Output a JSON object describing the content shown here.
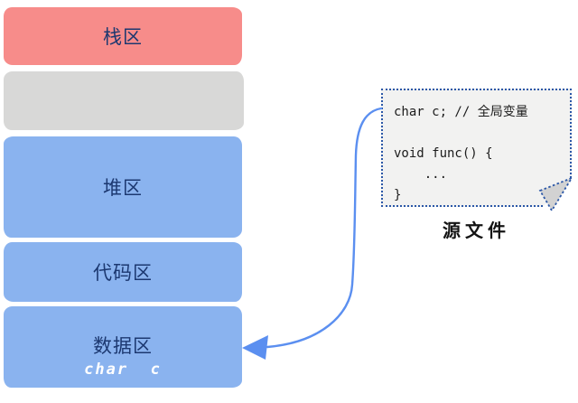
{
  "memory_diagram": {
    "blocks": [
      {
        "id": "stack",
        "label": "栈区",
        "fill": "#f78c8a"
      },
      {
        "id": "free",
        "label": "",
        "fill": "#d8d8d7"
      },
      {
        "id": "heap",
        "label": "堆区",
        "fill": "#8ab3ef"
      },
      {
        "id": "code",
        "label": "代码区",
        "fill": "#8ab3ef"
      },
      {
        "id": "data",
        "label": "数据区",
        "sublabel": "char  c",
        "fill": "#8ab3ef"
      }
    ],
    "label_color": "#1c3870",
    "sublabel_color": "#ffffff"
  },
  "source_file": {
    "code_lines": [
      "char c; // 全局变量",
      "",
      "void func() {",
      "    ...",
      "}"
    ],
    "caption": "源文件",
    "border_color": "#2b57a7",
    "bg_color": "#f2f2f1",
    "fold_fill": "#d2d2d2"
  },
  "arrow": {
    "color": "#5b8ff0",
    "description": "源文件 → 数据区"
  }
}
